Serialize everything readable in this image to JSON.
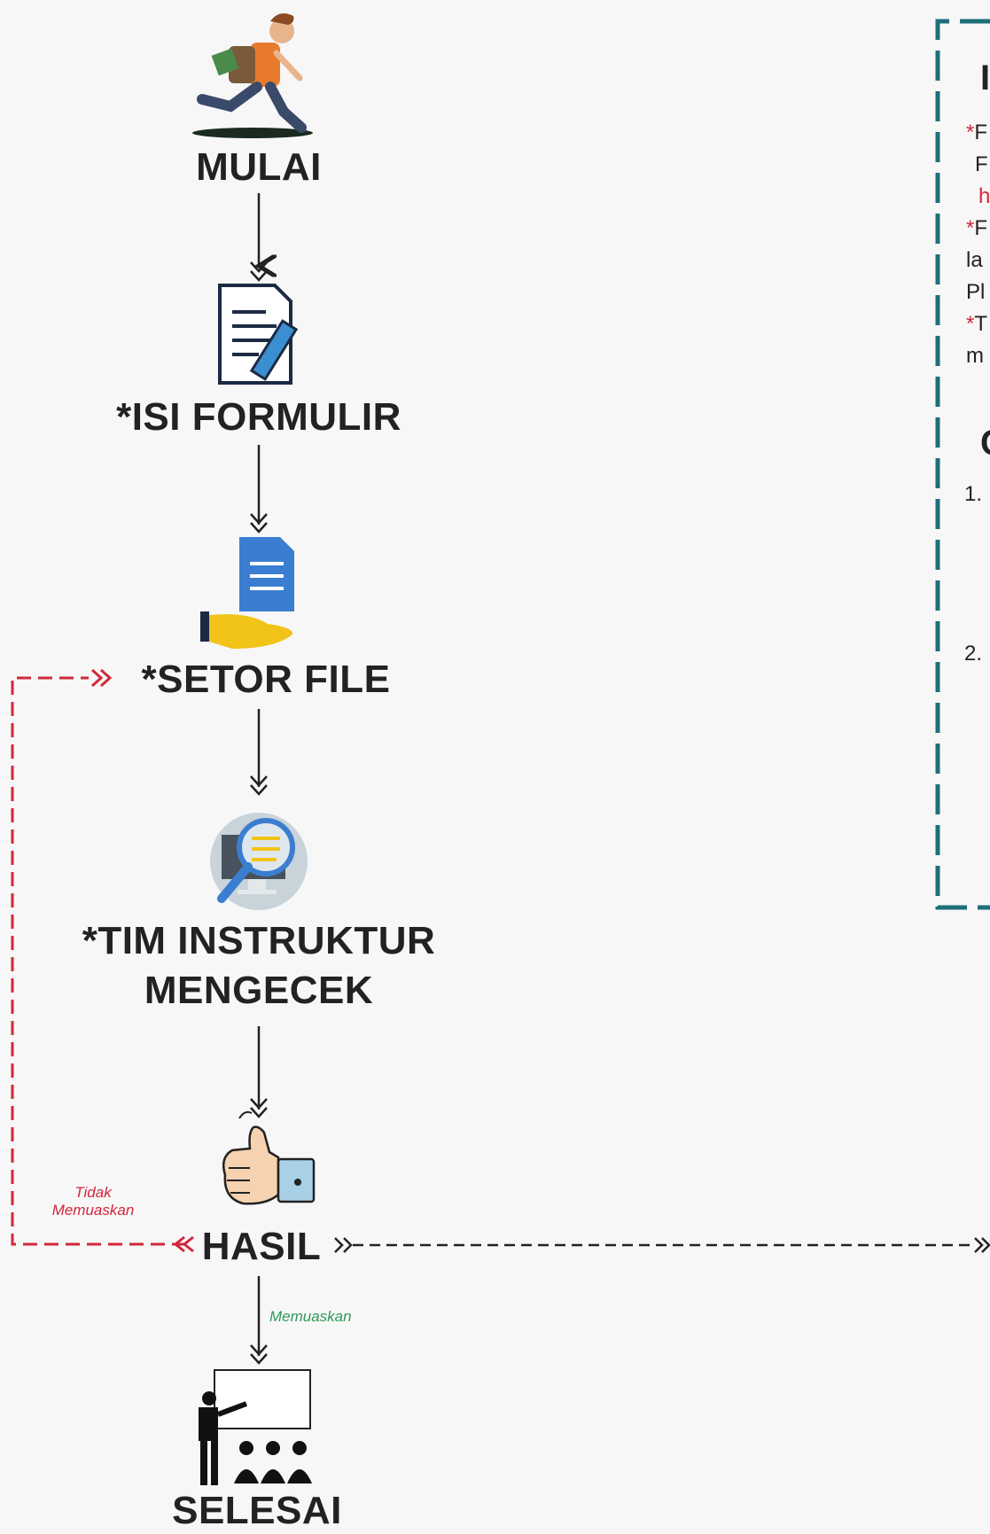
{
  "steps": {
    "start": "MULAI",
    "form": "*ISI FORMULIR",
    "submit": "*SETOR FILE",
    "check_line1": "*TIM INSTRUKTUR",
    "check_line2": "MENGECEK",
    "result": "HASIL",
    "finish": "SELESAI"
  },
  "edges": {
    "unsatisfied_line1": "Tidak",
    "unsatisfied_line2": "Memuaskan",
    "satisfied": "Memuaskan"
  },
  "info_box": {
    "heading_fragment": "I",
    "line1_star": "*",
    "line1": "F",
    "line2": "F",
    "line3": "h",
    "line4_star": "*",
    "line4": "F",
    "line5": "la",
    "line6": "Pl",
    "line7_star": "*",
    "line7": "T",
    "line8": "m",
    "heading2_fragment": "C",
    "item1": "1.",
    "item2": "2."
  },
  "colors": {
    "box_border": "#1d6f7a",
    "red_dashed": "#d0283a",
    "green_text": "#2e9a58",
    "text": "#222222"
  }
}
